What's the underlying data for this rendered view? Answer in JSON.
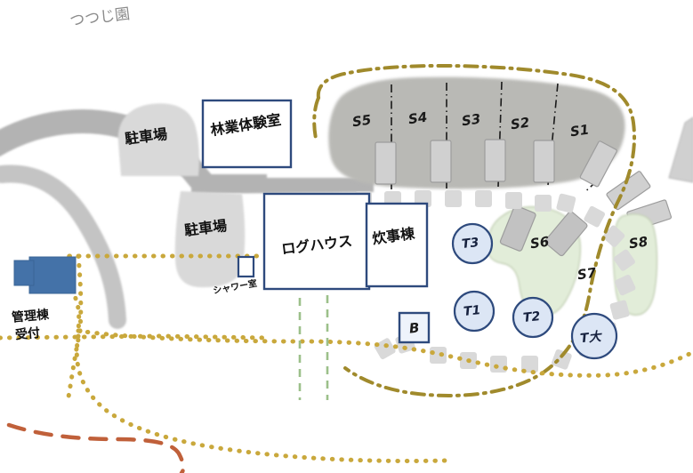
{
  "map": {
    "title_park": "つつじ園",
    "colors": {
      "road_dark": "#b3b3b3",
      "road_light": "#c4c4c4",
      "parking_fill": "#d9d9d9",
      "site_blob": "#b9b9b5",
      "green_site": "#e2edd9",
      "pad_gray": "#d0d0d0",
      "pad_gray_dark": "#bfbfbf",
      "building_navy": "#2e4a7d",
      "building_blue": "#4472a8",
      "circle_fill": "#dce6f5",
      "gold": "#a08a2c",
      "gold_dot": "#c9a83c",
      "orange_dash": "#c0603a",
      "green_dash": "#9cc08a",
      "stone": "#d9d9d9"
    },
    "areas": [
      {
        "name": "parking-upper",
        "label": "駐車場"
      },
      {
        "name": "parking-lower",
        "label": "駐車場"
      }
    ],
    "buildings": [
      {
        "name": "forestry-room",
        "label": "林業体験室"
      },
      {
        "name": "log-house",
        "label": "ログハウス"
      },
      {
        "name": "cooking-house",
        "label": "炊事棟"
      },
      {
        "name": "shower-room",
        "label": "シャワー室"
      },
      {
        "name": "admin-office",
        "label_line1": "管理棟",
        "label_line2": "受付"
      },
      {
        "name": "toilet-b",
        "label": "B"
      }
    ],
    "camp_sites": [
      {
        "id": "S5",
        "group": "gravel"
      },
      {
        "id": "S4",
        "group": "gravel"
      },
      {
        "id": "S3",
        "group": "gravel"
      },
      {
        "id": "S2",
        "group": "gravel"
      },
      {
        "id": "S1",
        "group": "gravel"
      },
      {
        "id": "S6",
        "group": "grass"
      },
      {
        "id": "S7",
        "group": "grass"
      },
      {
        "id": "S8",
        "group": "grass"
      }
    ],
    "tent_circles": [
      {
        "id": "T3"
      },
      {
        "id": "T1"
      },
      {
        "id": "T2"
      },
      {
        "id": "T大"
      }
    ],
    "paths": [
      {
        "name": "gold-dotted-trail",
        "style": "dotted"
      },
      {
        "name": "gold-dashdot-boundary",
        "style": "dash-dot"
      },
      {
        "name": "orange-dashed-trail",
        "style": "dashed"
      },
      {
        "name": "green-dashed-line-left",
        "style": "dashed"
      },
      {
        "name": "green-dashed-line-right",
        "style": "dashed"
      },
      {
        "name": "stepping-stone-path",
        "style": "stones"
      }
    ]
  }
}
